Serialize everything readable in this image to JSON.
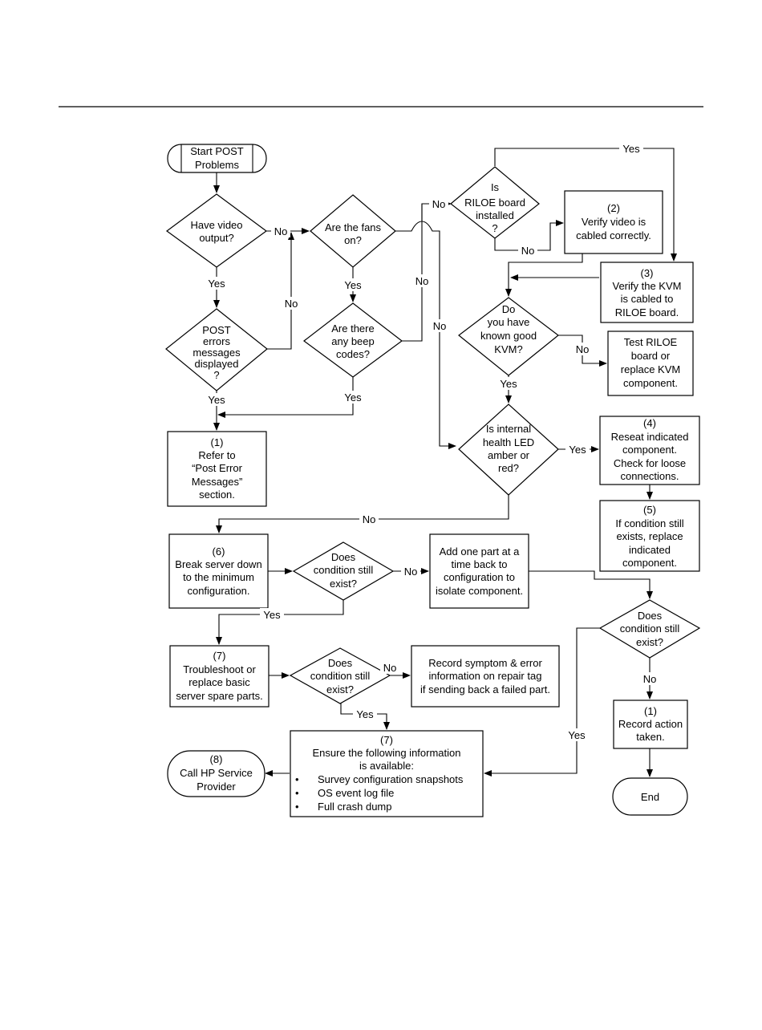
{
  "nodes": {
    "start": [
      "Start POST",
      "Problems"
    ],
    "video": [
      "Have video",
      "output?"
    ],
    "post_errors": [
      "POST",
      "errors",
      "messages",
      "displayed",
      "?"
    ],
    "refer": [
      "(1)",
      "Refer to",
      "“Post Error",
      "Messages”",
      "section."
    ],
    "fans": [
      "Are the fans",
      "on?"
    ],
    "beep": [
      "Are there",
      "any beep",
      "codes?"
    ],
    "riloe": [
      "Is",
      "RILOE board",
      "installed",
      "?"
    ],
    "verify_video": [
      "(2)",
      "Verify video is",
      "cabled correctly."
    ],
    "verify_kvm": [
      "(3)",
      "Verify the KVM",
      "is cabled to",
      "RILOE board."
    ],
    "known_kvm": [
      "Do",
      "you have",
      "known good",
      "KVM?"
    ],
    "test_riloe": [
      "Test RILOE",
      "board or",
      "replace KVM",
      "component."
    ],
    "health_led": [
      "Is internal",
      "health LED",
      "amber or",
      "red?"
    ],
    "reseat": [
      "(4)",
      "Reseat indicated",
      "component.",
      "Check for loose",
      "connections."
    ],
    "replace": [
      "(5)",
      "If condition still",
      "exists, replace",
      "indicated",
      "component."
    ],
    "breakdown": [
      "(6)",
      "Break server down",
      "to the minimum",
      "configuration."
    ],
    "cond1": [
      "Does",
      "condition still",
      "exist?"
    ],
    "addpart": [
      "Add one part at a",
      "time back to",
      "configuration to",
      "isolate component."
    ],
    "cond_right": [
      "Does",
      "condition still",
      "exist?"
    ],
    "troubleshoot": [
      "(7)",
      "Troubleshoot or",
      "replace basic",
      "server spare parts."
    ],
    "cond2": [
      "Does",
      "condition still",
      "exist?"
    ],
    "record_symptom": [
      "Record symptom & error",
      "information on repair tag",
      "if sending back a failed part."
    ],
    "record_action": [
      "(1)",
      "Record action",
      "taken."
    ],
    "ensure_title": [
      "(7)",
      "Ensure the following information",
      "is available:"
    ],
    "ensure_items": [
      "Survey configuration snapshots",
      "OS event log file",
      "Full crash dump"
    ],
    "call_hp": [
      "(8)",
      "Call HP Service",
      "Provider"
    ],
    "end": [
      "End"
    ]
  },
  "edge_labels": {
    "video_yes": "Yes",
    "video_no": "No",
    "post_yes": "Yes",
    "post_no": "No",
    "fans_yes": "Yes",
    "fans_no": "No",
    "beep_yes": "Yes",
    "beep_no": "No",
    "riloe_yes": "Yes",
    "riloe_no": "No",
    "kvm_yes": "Yes",
    "kvm_no": "No",
    "led_yes": "Yes",
    "led_no": "No",
    "cond1_yes": "Yes",
    "cond1_no": "No",
    "cond_right_yes": "Yes",
    "cond_right_no": "No",
    "cond2_yes": "Yes",
    "cond2_no": "No"
  }
}
